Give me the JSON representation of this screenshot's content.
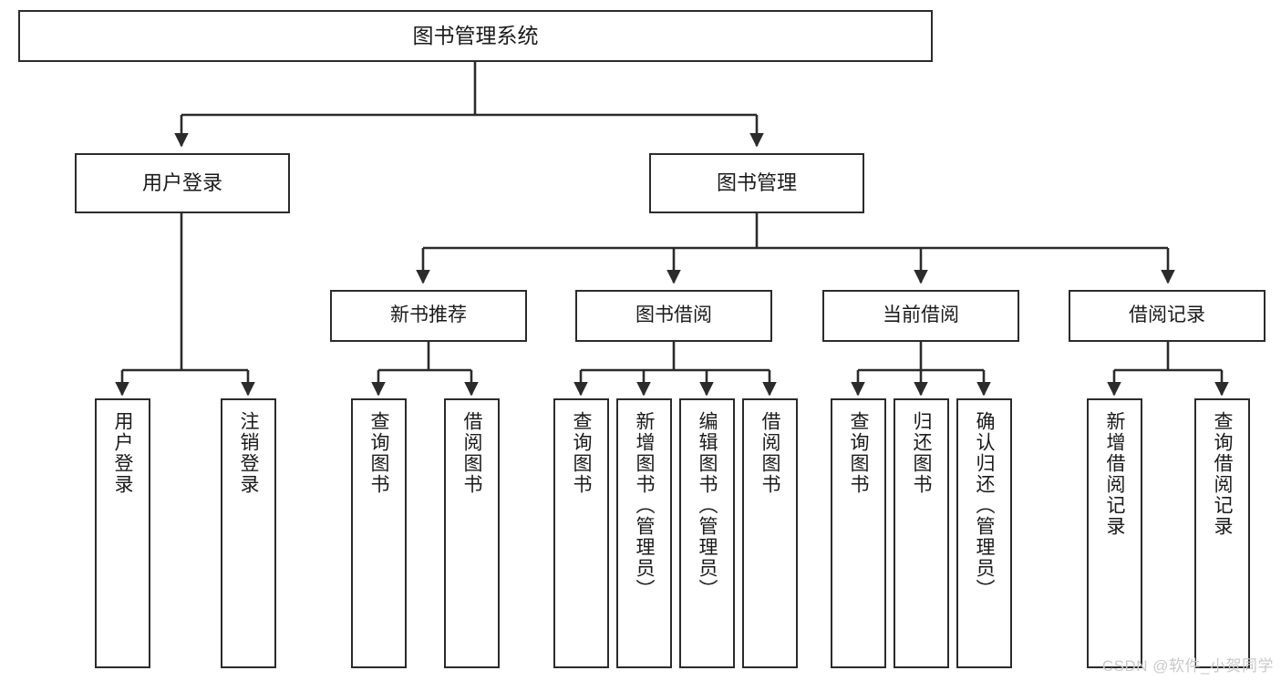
{
  "diagram": {
    "title": "图书管理系统",
    "type": "hierarchy-tree",
    "colors": {
      "box_border": "#2b2b2b",
      "box_fill": "#ffffff",
      "connector": "#2b2b2b",
      "text": "#1a1a1a",
      "watermark": "#c9c9c9"
    },
    "nodes": {
      "root": {
        "label": "图书管理系统"
      },
      "level2": [
        {
          "id": "user-login",
          "label": "用户登录"
        },
        {
          "id": "book-management",
          "label": "图书管理"
        }
      ],
      "level3": [
        {
          "id": "new-book-recommend",
          "label": "新书推荐"
        },
        {
          "id": "book-borrow",
          "label": "图书借阅"
        },
        {
          "id": "current-borrow",
          "label": "当前借阅"
        },
        {
          "id": "borrow-record",
          "label": "借阅记录"
        }
      ],
      "leaves": {
        "user-login": [
          {
            "id": "leaf-user-login",
            "label": "用户登录"
          },
          {
            "id": "leaf-logout",
            "label": "注销登录"
          }
        ],
        "new-book-recommend": [
          {
            "id": "leaf-query-book-1",
            "label": "查询图书"
          },
          {
            "id": "leaf-borrow-book-1",
            "label": "借阅图书"
          }
        ],
        "book-borrow": [
          {
            "id": "leaf-query-book-2",
            "label": "查询图书"
          },
          {
            "id": "leaf-add-book",
            "label": "新增图书（管理员）"
          },
          {
            "id": "leaf-edit-book",
            "label": "编辑图书（管理员）"
          },
          {
            "id": "leaf-borrow-book-2",
            "label": "借阅图书"
          }
        ],
        "current-borrow": [
          {
            "id": "leaf-query-book-3",
            "label": "查询图书"
          },
          {
            "id": "leaf-return-book",
            "label": "归还图书"
          },
          {
            "id": "leaf-confirm-return",
            "label": "确认归还（管理员）"
          }
        ],
        "borrow-record": [
          {
            "id": "leaf-add-record",
            "label": "新增借阅记录"
          },
          {
            "id": "leaf-query-record",
            "label": "查询借阅记录"
          }
        ]
      }
    },
    "watermark": "CSDN @软件_小贺同学"
  }
}
